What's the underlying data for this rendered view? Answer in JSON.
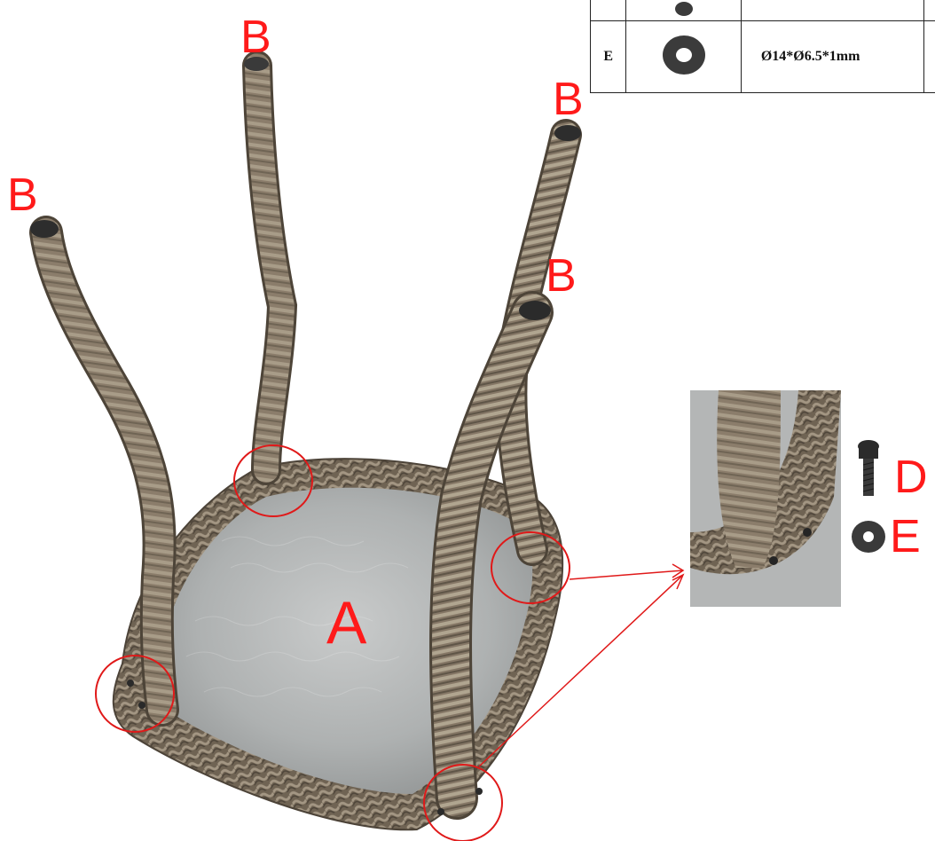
{
  "figure": {
    "labels": {
      "seat": "A",
      "legs": [
        "B",
        "B",
        "B",
        "B"
      ],
      "screw": "D",
      "washer": "E"
    },
    "callout_color": "#ff1a1a"
  },
  "parts_table": {
    "rows": [
      {
        "letter": "",
        "spec": "",
        "icon": "screw-icon"
      },
      {
        "letter": "E",
        "spec": "Ø14*Ø6.5*1mm",
        "icon": "washer-icon"
      }
    ]
  }
}
